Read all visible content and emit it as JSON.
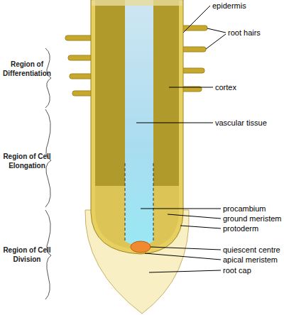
{
  "diagram": {
    "labels": [
      "epidermis",
      "root hairs",
      "Region of Differentiation",
      "cortex",
      "vascular tissue",
      "Region of Cell Elongation",
      "procambium",
      "ground meristem",
      "protoderm",
      "Region of Cell Division",
      "quiescent centre",
      "apical meristem",
      "root cap"
    ]
  }
}
